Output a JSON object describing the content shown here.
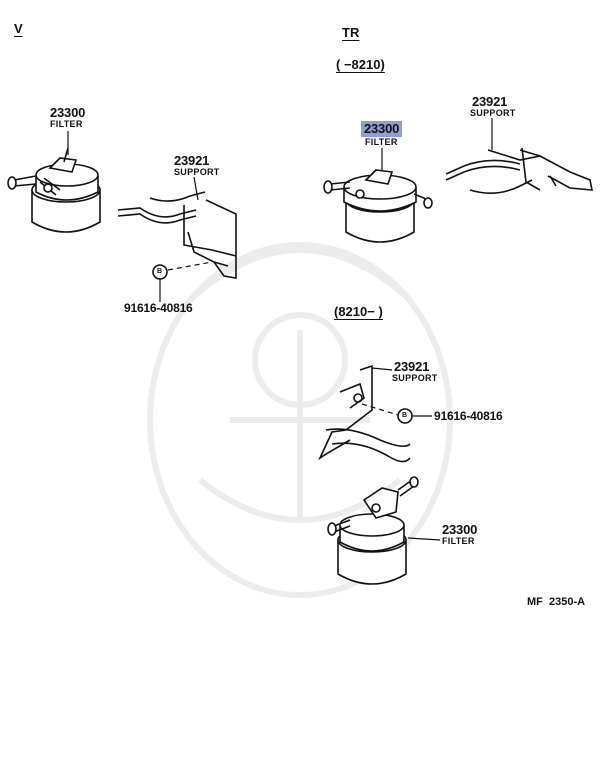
{
  "sections": {
    "v": {
      "header": "V"
    },
    "tr": {
      "header": "TR",
      "range_early": "(      −8210)",
      "range_late": "(8210−          )"
    }
  },
  "parts": {
    "filter_v": {
      "number": "23300",
      "name": "FILTER"
    },
    "support_v": {
      "number": "23921",
      "name": "SUPPORT"
    },
    "bolt_v": {
      "number": "91616-40816"
    },
    "filter_tr_early": {
      "number": "23300",
      "name": "FILTER",
      "highlighted": true,
      "highlight_color": "#8f9fd6"
    },
    "support_tr_early": {
      "number": "23921",
      "name": "SUPPORT"
    },
    "support_tr_late": {
      "number": "23921",
      "name": "SUPPORT"
    },
    "bolt_tr_late": {
      "number": "91616-40816"
    },
    "filter_tr_late": {
      "number": "23300",
      "name": "FILTER"
    }
  },
  "bolt_symbol": "B",
  "figure_code": "MF  2350-A"
}
